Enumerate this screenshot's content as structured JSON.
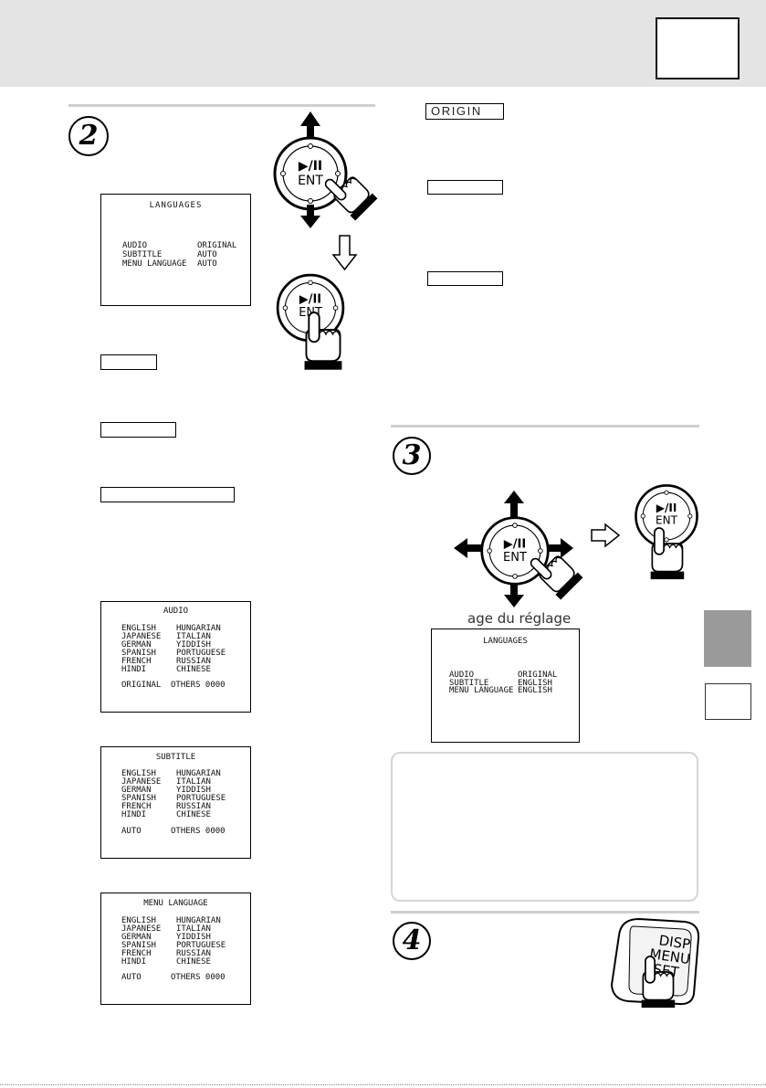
{
  "colors": {
    "header_band": "#e4e4e4",
    "rule": "#cfcfcf",
    "sidebar_tab": "#9a9a9a",
    "note_box_border": "#d6d6d6"
  },
  "icons": {
    "direction_arrow": "arrow-icon",
    "next_step_arrow": "outline-arrow-icon",
    "hand": "pointing-hand-icon"
  },
  "step2": {
    "number": "2",
    "ent_button": {
      "symbol": "▶/II",
      "label": "ENT"
    },
    "confirm_button": {
      "symbol": "▶/II",
      "label": "ENT"
    },
    "languages_screen": {
      "title": "LANGUAGES",
      "rows": [
        [
          "AUDIO",
          "ORIGINAL"
        ],
        [
          "SUBTITLE",
          "AUTO"
        ],
        [
          "MENU LANGUAGE",
          "AUTO"
        ]
      ]
    },
    "audio_screen": {
      "title": "AUDIO",
      "rows": [
        [
          "ENGLISH",
          "HUNGARIAN"
        ],
        [
          "JAPANESE",
          "ITALIAN"
        ],
        [
          "GERMAN",
          "YIDDISH"
        ],
        [
          "SPANISH",
          "PORTUGUESE"
        ],
        [
          "FRENCH",
          "RUSSIAN"
        ],
        [
          "HINDI",
          "CHINESE"
        ]
      ],
      "footer": [
        "ORIGINAL",
        "OTHERS 0000"
      ]
    },
    "subtitle_screen": {
      "title": "SUBTITLE",
      "rows": [
        [
          "ENGLISH",
          "HUNGARIAN"
        ],
        [
          "JAPANESE",
          "ITALIAN"
        ],
        [
          "GERMAN",
          "YIDDISH"
        ],
        [
          "SPANISH",
          "PORTUGUESE"
        ],
        [
          "FRENCH",
          "RUSSIAN"
        ],
        [
          "HINDI",
          "CHINESE"
        ]
      ],
      "footer": [
        "AUTO",
        "OTHERS 0000"
      ]
    },
    "menu_language_screen": {
      "title": "MENU LANGUAGE",
      "rows": [
        [
          "ENGLISH",
          "HUNGARIAN"
        ],
        [
          "JAPANESE",
          "ITALIAN"
        ],
        [
          "GERMAN",
          "YIDDISH"
        ],
        [
          "SPANISH",
          "PORTUGUESE"
        ],
        [
          "FRENCH",
          "RUSSIAN"
        ],
        [
          "HINDI",
          "CHINESE"
        ]
      ],
      "footer": [
        "AUTO",
        "OTHERS 0000"
      ]
    }
  },
  "right_column": {
    "origin_label": "ORIGIN"
  },
  "step3": {
    "number": "3",
    "joystick_button": {
      "symbol": "▶/II",
      "label": "ENT"
    },
    "confirm_button": {
      "symbol": "▶/II",
      "label": "ENT"
    },
    "caption": "age du réglage",
    "languages_screen": {
      "title": "LANGUAGES",
      "rows": [
        [
          "AUDIO",
          "ORIGINAL"
        ],
        [
          "SUBTITLE",
          "ENGLISH"
        ],
        [
          "MENU LANGUAGE",
          "ENGLISH"
        ]
      ]
    }
  },
  "step4": {
    "number": "4",
    "disp_menu_set_button": {
      "lines": [
        "DISP",
        "MENU",
        "SET"
      ]
    }
  }
}
